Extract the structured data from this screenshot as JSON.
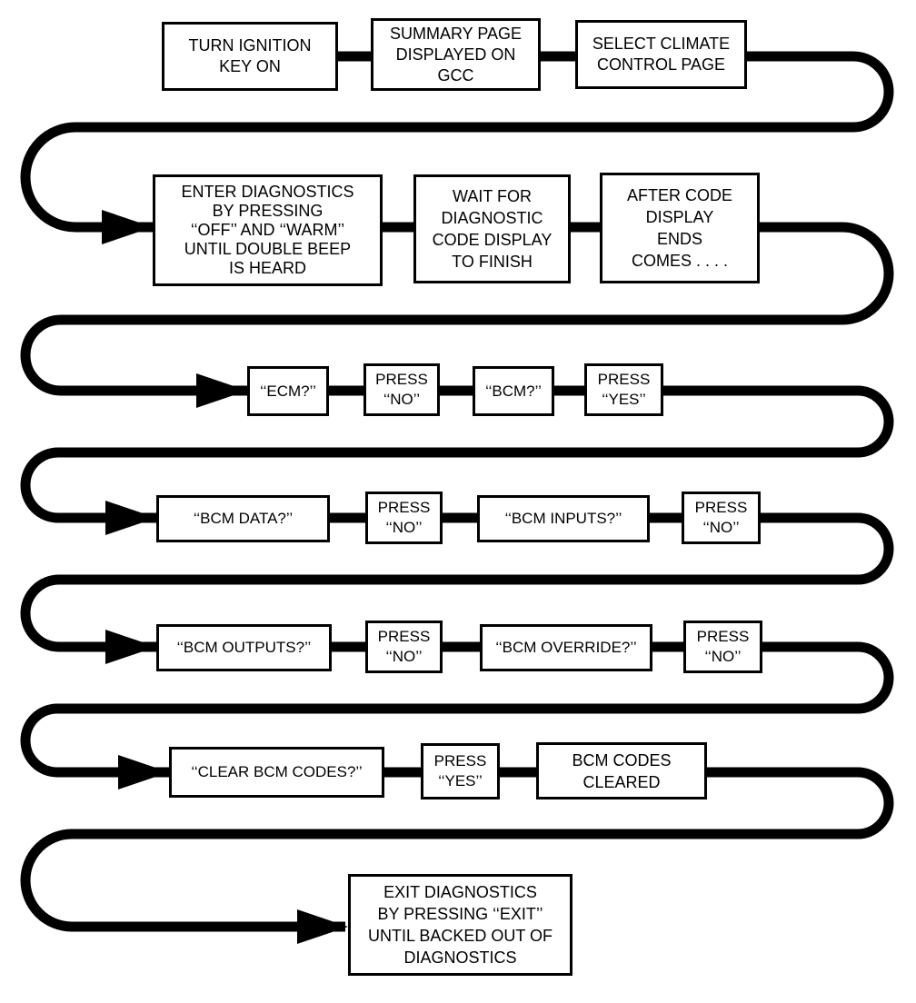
{
  "diagram": {
    "title": "BCM diagnostic code clearing flowchart",
    "ink_color": "#000000",
    "paper_color": "#ffffff",
    "flow_style": "serpentine left-to-right rows connected by rounded U-turns with solid arrowheads"
  },
  "boxes": [
    {
      "id": "turn-ignition",
      "lines": [
        "TURN IGNITION",
        "KEY ON"
      ]
    },
    {
      "id": "summary-page",
      "lines": [
        "SUMMARY PAGE",
        "DISPLAYED ON",
        "GCC"
      ]
    },
    {
      "id": "select-climate",
      "lines": [
        "SELECT CLIMATE",
        "CONTROL PAGE"
      ]
    },
    {
      "id": "enter-diagnostics",
      "lines": [
        "ENTER DIAGNOSTICS",
        "BY PRESSING",
        "‘‘OFF’’ AND ‘‘WARM’’",
        "UNTIL DOUBLE BEEP",
        "IS HEARD"
      ]
    },
    {
      "id": "wait-for-code",
      "lines": [
        "WAIT FOR",
        "DIAGNOSTIC",
        "CODE DISPLAY",
        "TO FINISH"
      ]
    },
    {
      "id": "after-code",
      "lines": [
        "AFTER CODE",
        "DISPLAY",
        "ENDS",
        "COMES . . . ."
      ]
    },
    {
      "id": "ecm-prompt",
      "lines": [
        "‘‘ECM?’’"
      ]
    },
    {
      "id": "press-no-1",
      "lines": [
        "PRESS",
        "‘‘NO’’"
      ]
    },
    {
      "id": "bcm-prompt",
      "lines": [
        "‘‘BCM?’’"
      ]
    },
    {
      "id": "press-yes-1",
      "lines": [
        "PRESS",
        "‘‘YES’’"
      ]
    },
    {
      "id": "bcm-data",
      "lines": [
        "‘‘BCM DATA?’’"
      ]
    },
    {
      "id": "press-no-2",
      "lines": [
        "PRESS",
        "‘‘NO’’"
      ]
    },
    {
      "id": "bcm-inputs",
      "lines": [
        "‘‘BCM INPUTS?’’"
      ]
    },
    {
      "id": "press-no-3",
      "lines": [
        "PRESS",
        "‘‘NO’’"
      ]
    },
    {
      "id": "bcm-outputs",
      "lines": [
        "‘‘BCM OUTPUTS?’’"
      ]
    },
    {
      "id": "press-no-4",
      "lines": [
        "PRESS",
        "‘‘NO’’"
      ]
    },
    {
      "id": "bcm-override",
      "lines": [
        "‘‘BCM OVERRIDE?’’"
      ]
    },
    {
      "id": "press-no-5",
      "lines": [
        "PRESS",
        "‘‘NO’’"
      ]
    },
    {
      "id": "clear-bcm-codes",
      "lines": [
        "‘‘CLEAR BCM CODES?’’"
      ]
    },
    {
      "id": "press-yes-2",
      "lines": [
        "PRESS",
        "‘‘YES’’"
      ]
    },
    {
      "id": "bcm-codes-cleared",
      "lines": [
        "BCM CODES",
        "CLEARED"
      ]
    },
    {
      "id": "exit-diagnostics",
      "lines": [
        "EXIT DIAGNOSTICS",
        "BY PRESSING ‘‘EXIT’’",
        "UNTIL BACKED OUT OF",
        "DIAGNOSTICS"
      ]
    }
  ]
}
